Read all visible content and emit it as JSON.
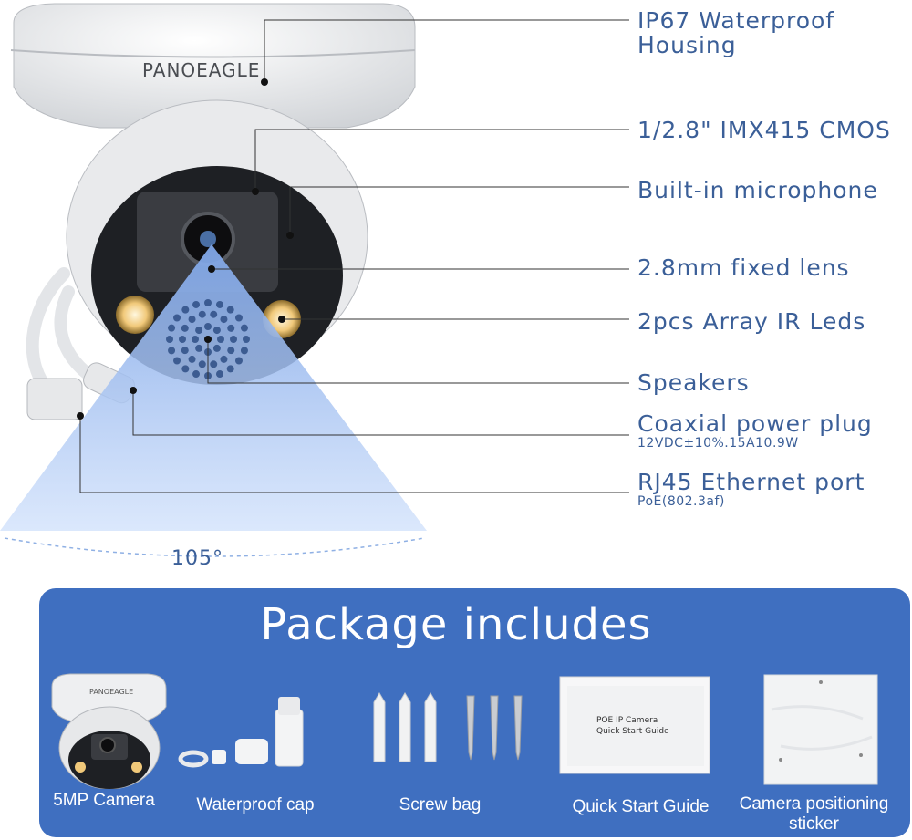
{
  "brand": "PANOEAGLE",
  "angle": "105°",
  "features": [
    {
      "title": "IP67 Waterproof",
      "title2": "Housing"
    },
    {
      "title": "1/2.8\" IMX415 CMOS"
    },
    {
      "title": "Built-in microphone"
    },
    {
      "title": "2.8mm fixed lens"
    },
    {
      "title": "2pcs Array IR Leds"
    },
    {
      "title": "Speakers"
    },
    {
      "title": "Coaxial power plug",
      "sub": "12VDC±10%.15A10.9W"
    },
    {
      "title": "RJ45 Ethernet port",
      "sub": "PoE(802.3af)"
    }
  ],
  "package": {
    "title": "Package includes",
    "items": [
      {
        "label": "5MP Camera"
      },
      {
        "label": "Waterproof cap"
      },
      {
        "label": "Screw bag"
      },
      {
        "label": "Quick Start Guide",
        "guide_text1": "POE IP Camera",
        "guide_text2": "Quick Start Guide"
      },
      {
        "label": "Camera positioning",
        "label2": "sticker"
      }
    ]
  },
  "colors": {
    "accent": "#3b5f98",
    "panel": "#3f6fc0",
    "beam": "#7fa6e8"
  }
}
